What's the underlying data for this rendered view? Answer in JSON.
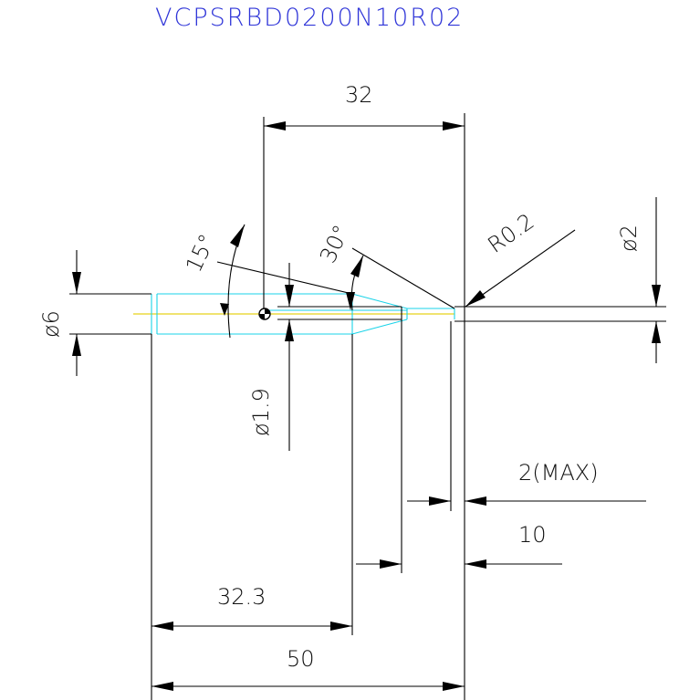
{
  "drawing": {
    "title": "VCPSRBD0200N10R02",
    "dimensions": {
      "overall_top": "32",
      "angle_15": "15°",
      "angle_30": "30°",
      "radius": "R0.2",
      "tip_diameter": "ø2",
      "shank_diameter": "ø6",
      "neck_diameter": "ø1.9",
      "flute_length": "2(MAX)",
      "neck_length": "10",
      "body_length": "32.3",
      "overall_length": "50"
    },
    "colors": {
      "title": "#2f35d8",
      "outline": "#19d3e8",
      "centerline": "#e8d21a",
      "dimension": "#000000"
    }
  }
}
